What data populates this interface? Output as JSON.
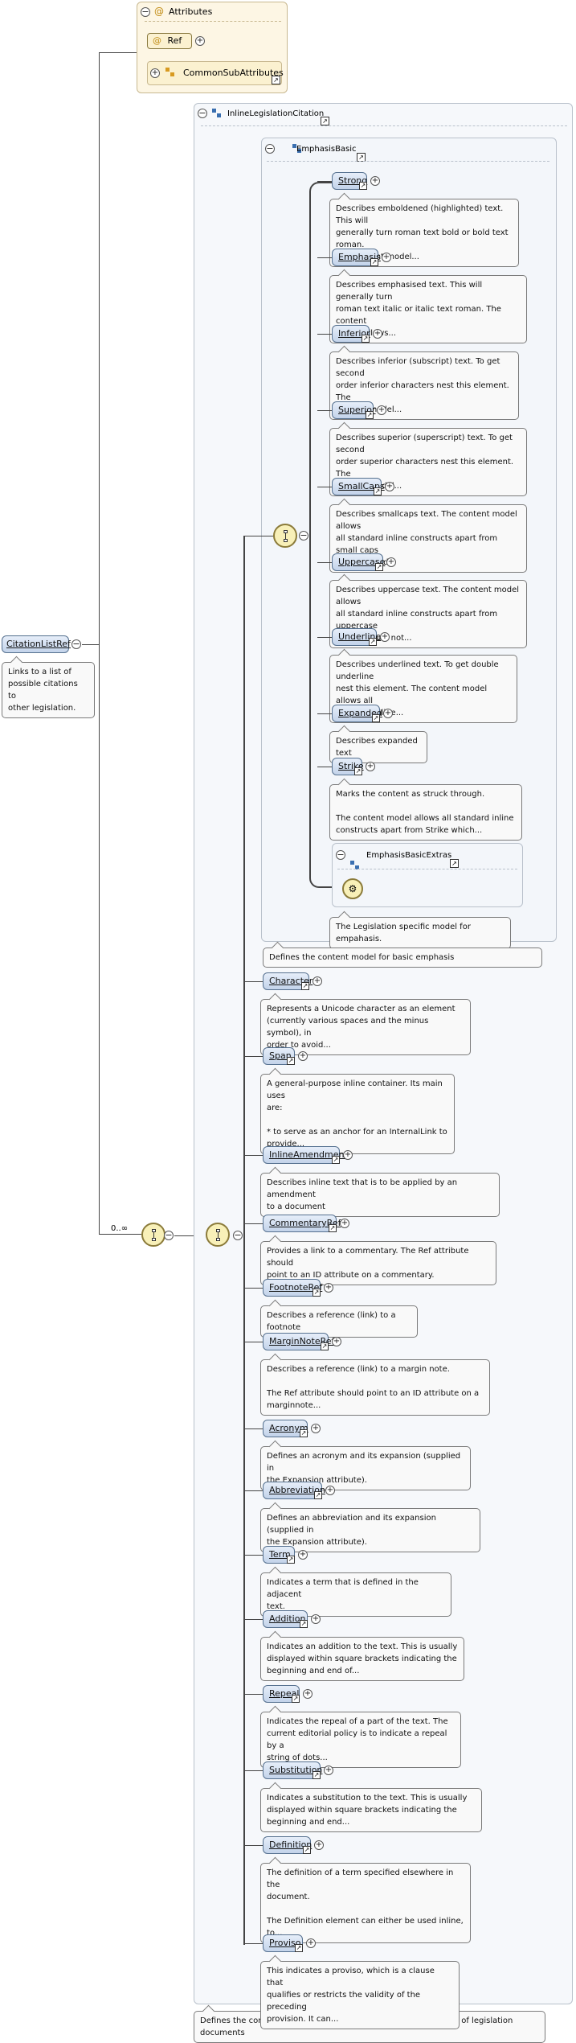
{
  "attributes": {
    "title": "Attributes",
    "ref_label": "Ref",
    "common_label": "CommonSubAttributes"
  },
  "root": {
    "label": "CitationListRef",
    "doc": "Links to a list of\npossible citations to\nother legislation."
  },
  "occurrence": "0..∞",
  "inline_group": {
    "title": "InlineLegislationCitation",
    "doc": "Defines the content model for basic inline elements for citations of legislation documents"
  },
  "emphasis_group": {
    "title": "EmphasisBasic",
    "doc": "Defines the content model for basic emphasis",
    "extras_title": "EmphasisBasicExtras",
    "extras_doc": "The Legislation specific model for empahasis.",
    "items": [
      {
        "label": "Strong",
        "doc": "Describes emboldened (highlighted) text. This will\ngenerally turn roman text bold or bold text roman.\nThe content model..."
      },
      {
        "label": "Emphasis",
        "doc": "Describes emphasised text. This will generally turn\nroman text italic or italic text roman. The content\nmodel allows..."
      },
      {
        "label": "Inferior",
        "doc": "Describes inferior (subscript) text. To get second\norder inferior characters nest this element. The\ncontent model..."
      },
      {
        "label": "Superior",
        "doc": "Describes superior (superscript) text. To get second\norder superior characters nest this element. The\ncontent model..."
      },
      {
        "label": "SmallCaps",
        "doc": "Describes smallcaps text. The content model allows\nall standard inline constructs apart from small caps\nwhich should..."
      },
      {
        "label": "Uppercase",
        "doc": "Describes uppercase text. The content model allows\nall standard inline constructs apart from uppercase\nwhich should not..."
      },
      {
        "label": "Underline",
        "doc": "Describes underlined text. To get double underline\nnest this element. The content model allows all\nstandard inline..."
      },
      {
        "label": "Expanded",
        "doc": "Describes expanded text"
      },
      {
        "label": "Strike",
        "doc": "Marks the content as struck through.\n\nThe content model allows all standard inline\nconstructs apart from Strike which..."
      }
    ]
  },
  "inline_items": [
    {
      "label": "Character",
      "doc": "Represents a Unicode character as an element\n(currently various spaces and the minus symbol), in\norder to avoid..."
    },
    {
      "label": "Span",
      "doc": "A general-purpose inline container. Its main uses\nare:\n\n  * to serve as an anchor for an InternalLink to\nprovide..."
    },
    {
      "label": "InlineAmendment",
      "doc": "Describes inline text that is to be applied by an amendment\nto a document"
    },
    {
      "label": "CommentaryRef",
      "doc": "Provides a link to a commentary. The Ref attribute should\npoint to an ID attribute on a commentary."
    },
    {
      "label": "FootnoteRef",
      "doc": "Describes a reference (link) to a footnote"
    },
    {
      "label": "MarginNoteRef",
      "doc": "Describes a reference (link) to a margin note.\n\nThe Ref attribute should point to an ID attribute on a\nmarginnote..."
    },
    {
      "label": "Acronym",
      "doc": "Defines an acronym and its expansion (supplied in\nthe Expansion attribute)."
    },
    {
      "label": "Abbreviation",
      "doc": "Defines an abbreviation and its expansion (supplied in\nthe Expansion attribute)."
    },
    {
      "label": "Term",
      "doc": "Indicates a term that is defined in the adjacent\ntext."
    },
    {
      "label": "Addition",
      "doc": "Indicates an addition to the text. This is usually\ndisplayed within square brackets indicating the\nbeginning and end of..."
    },
    {
      "label": "Repeal",
      "doc": "Indicates the repeal of a part of the text. The\ncurrent editorial policy is to indicate a repeal by a\nstring of dots..."
    },
    {
      "label": "Substitution",
      "doc": "Indicates a substitution to the text. This is usually\ndisplayed within square brackets indicating the\nbeginning and end..."
    },
    {
      "label": "Definition",
      "doc": "The definition of a term specified elsewhere in the\ndocument.\n\nThe Definition element can either be used inline,\nto..."
    },
    {
      "label": "Proviso",
      "doc": "This indicates a proviso, which is a clause that\nqualifies or restricts the validity of the preceding\nprovision. It can..."
    }
  ]
}
